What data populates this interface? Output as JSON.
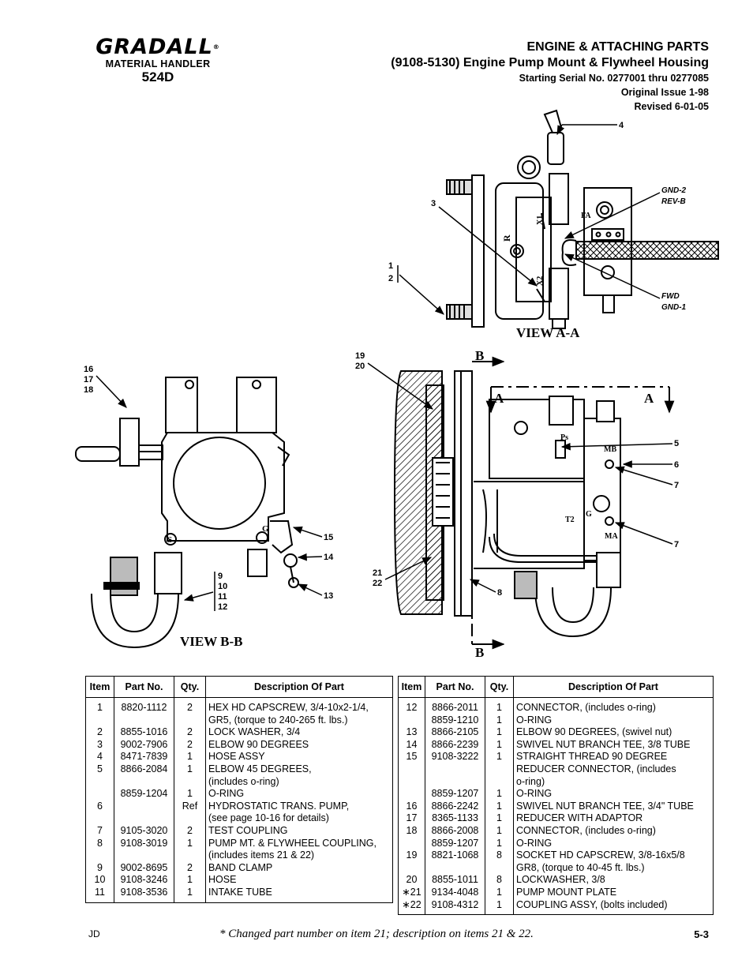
{
  "brand": {
    "logo": "GRADALL",
    "registered": "®",
    "sub": "MATERIAL HANDLER",
    "model": "524D"
  },
  "header": {
    "title": "ENGINE & ATTACHING PARTS",
    "subtitle": "(9108-5130) Engine Pump Mount & Flywheel Housing",
    "serial": "Starting Serial No. 0277001 thru 0277085",
    "issue": "Original Issue 1-98",
    "revised": "Revised 6-01-05"
  },
  "drawing": {
    "view_aa": "VIEW A-A",
    "view_bb": "VIEW B-B",
    "callouts": {
      "c4": "4",
      "c3": "3",
      "c1_2": [
        "1",
        "2"
      ],
      "gnd2": [
        "GND-2",
        "REV-B"
      ],
      "fwd": [
        "FWD",
        "GND-1"
      ],
      "c16_18": [
        "16",
        "17",
        "18"
      ],
      "c15": "15",
      "c14": "14",
      "c13": "13",
      "c9_12": [
        "9",
        "10",
        "11",
        "12"
      ],
      "c19_20": [
        "19",
        "20"
      ],
      "c21_22": [
        "21",
        "22"
      ],
      "c8": "8",
      "c5": "5",
      "c6": "6",
      "c7a": "7",
      "c7b": "7"
    },
    "ports": {
      "fa": "FA",
      "x1": "X1",
      "x2": "X2",
      "r": "R",
      "ps": "Ps",
      "mb": "MB",
      "t2": "T2",
      "g1": "G",
      "ma": "MA",
      "g2": "G",
      "s": "S"
    },
    "section": {
      "a": "A",
      "b": "B"
    }
  },
  "table": {
    "headers": [
      "Item",
      "Part No.",
      "Qty.",
      "Description Of Part"
    ],
    "left": [
      [
        "1",
        "8820-1112",
        "2",
        "HEX HD CAPSCREW, 3/4-10x2-1/4,"
      ],
      [
        "",
        "",
        "",
        "GR5, (torque to 240-265 ft. lbs.)"
      ],
      [
        "2",
        "8855-1016",
        "2",
        "LOCK WASHER, 3/4"
      ],
      [
        "3",
        "9002-7906",
        "2",
        "ELBOW 90 DEGREES"
      ],
      [
        "4",
        "8471-7839",
        "1",
        "HOSE ASSY"
      ],
      [
        "5",
        "8866-2084",
        "1",
        "ELBOW 45 DEGREES,"
      ],
      [
        "",
        "",
        "",
        "(includes o-ring)"
      ],
      [
        "",
        "8859-1204",
        "1",
        "O-RING"
      ],
      [
        "6",
        "",
        "Ref",
        "HYDROSTATIC TRANS. PUMP,"
      ],
      [
        "",
        "",
        "",
        "(see page 10-16 for details)"
      ],
      [
        "7",
        "9105-3020",
        "2",
        "TEST COUPLING"
      ],
      [
        "8",
        "9108-3019",
        "1",
        "PUMP MT. & FLYWHEEL COUPLING,"
      ],
      [
        "",
        "",
        "",
        "(includes items 21 & 22)"
      ],
      [
        "9",
        "9002-8695",
        "2",
        "BAND CLAMP"
      ],
      [
        "10",
        "9108-3246",
        "1",
        "HOSE"
      ],
      [
        "11",
        "9108-3536",
        "1",
        "INTAKE TUBE"
      ]
    ],
    "right": [
      [
        "12",
        "8866-2011",
        "1",
        "CONNECTOR, (includes o-ring)"
      ],
      [
        "",
        "8859-1210",
        "1",
        "O-RING"
      ],
      [
        "13",
        "8866-2105",
        "1",
        "ELBOW 90 DEGREES, (swivel nut)"
      ],
      [
        "14",
        "8866-2239",
        "1",
        "SWIVEL NUT BRANCH TEE, 3/8 TUBE"
      ],
      [
        "15",
        "9108-3222",
        "1",
        "STRAIGHT THREAD 90 DEGREE"
      ],
      [
        "",
        "",
        "",
        "REDUCER CONNECTOR, (includes"
      ],
      [
        "",
        "",
        "",
        "o-ring)"
      ],
      [
        "",
        "8859-1207",
        "1",
        "O-RING"
      ],
      [
        "16",
        "8866-2242",
        "1",
        "SWIVEL NUT BRANCH TEE, 3/4\" TUBE"
      ],
      [
        "17",
        "8365-1133",
        "1",
        "REDUCER WITH ADAPTOR"
      ],
      [
        "18",
        "8866-2008",
        "1",
        "CONNECTOR, (includes o-ring)"
      ],
      [
        "",
        "8859-1207",
        "1",
        "O-RING"
      ],
      [
        "19",
        "8821-1068",
        "8",
        "SOCKET HD CAPSCREW, 3/8-16x5/8"
      ],
      [
        "",
        "",
        "",
        "GR8, (torque to 40-45 ft. lbs.)"
      ],
      [
        "20",
        "8855-1011",
        "8",
        "LOCKWASHER, 3/8"
      ],
      [
        "∗21",
        "9134-4048",
        "1",
        "PUMP MOUNT PLATE"
      ],
      [
        "∗22",
        "9108-4312",
        "1",
        "COUPLING ASSY, (bolts included)"
      ]
    ]
  },
  "footer": {
    "left": "JD",
    "note": "* Changed part number on item 21; description on items 21 & 22.",
    "page": "5-3"
  }
}
